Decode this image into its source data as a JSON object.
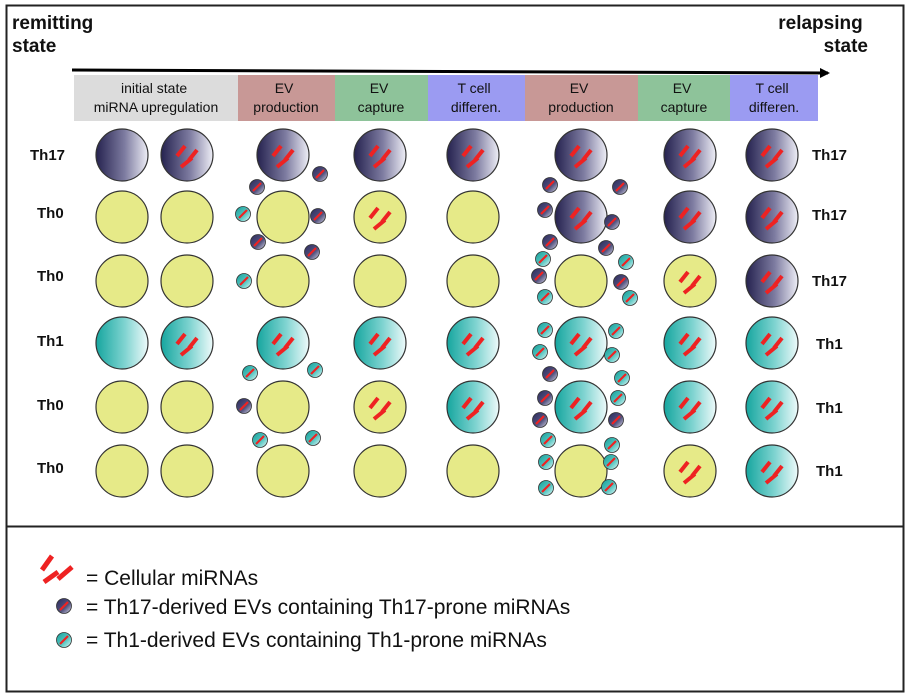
{
  "timeline": {
    "start_label": [
      "remitting",
      "state"
    ],
    "end_label": [
      "relapsing",
      "state"
    ]
  },
  "stages": [
    {
      "lines": [
        "initial state",
        "miRNA upregulation"
      ],
      "color": "#dcdcdc"
    },
    {
      "lines": [
        "EV",
        "production"
      ],
      "color": "#c89896"
    },
    {
      "lines": [
        "EV",
        "capture"
      ],
      "color": "#8ec39a"
    },
    {
      "lines": [
        "T cell",
        "differen."
      ],
      "color": "#9b9bf2"
    },
    {
      "lines": [
        "EV",
        "production"
      ],
      "color": "#c89896"
    },
    {
      "lines": [
        "EV",
        "capture"
      ],
      "color": "#8ec39a"
    },
    {
      "lines": [
        "T cell",
        "differen."
      ],
      "color": "#9b9bf2"
    }
  ],
  "rows": [
    {
      "start": "Th17",
      "end": "Th17"
    },
    {
      "start": "Th0",
      "end": "Th17"
    },
    {
      "start": "Th0",
      "end": "Th17"
    },
    {
      "start": "Th1",
      "end": "Th1"
    },
    {
      "start": "Th0",
      "end": "Th1"
    },
    {
      "start": "Th0",
      "end": "Th1"
    }
  ],
  "colors": {
    "naive": "#e6ea88",
    "th17_dark": "#2b2a5c",
    "th1_teal": "#1aa7a0",
    "mirna": "#ee2222"
  },
  "legend": [
    {
      "symbol": "mirna-icon",
      "text": "=  Cellular miRNAs"
    },
    {
      "symbol": "th17-ev-icon",
      "text": "=  Th17-derived EVs containing Th17-prone miRNAs"
    },
    {
      "symbol": "th1-ev-icon",
      "text": "=  Th1-derived EVs containing Th1-prone miRNAs"
    }
  ]
}
